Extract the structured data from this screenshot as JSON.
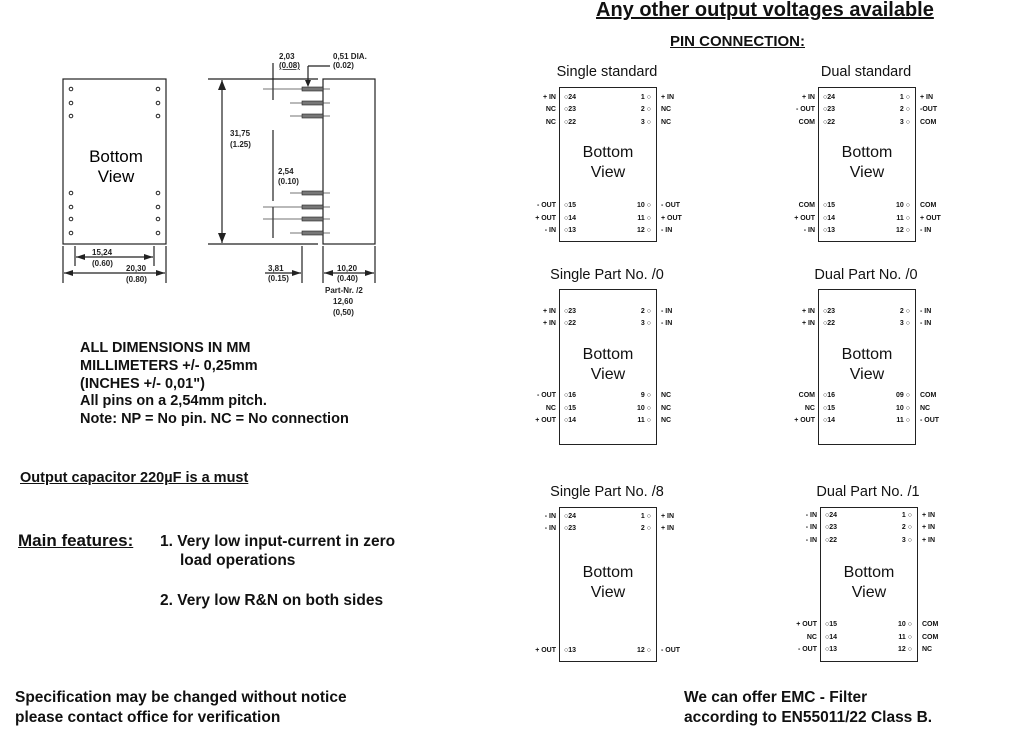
{
  "header": {
    "title": "Any other output voltages available",
    "pin_connection": "PIN  CONNECTION:"
  },
  "drawing": {
    "bottom_view": [
      "Bottom",
      "View"
    ],
    "dims": {
      "d1": "2,03",
      "d1i": "(0.08)",
      "d2": "0,51 DIA.",
      "d2i": "(0.02)",
      "d3": "31,75",
      "d3i": "(1.25)",
      "d4": "2,54",
      "d4i": "(0.10)",
      "d5": "15,24",
      "d5i": "(0.60)",
      "d6": "20,30",
      "d6i": "(0.80)",
      "d7": "3,81",
      "d7i": "(0.15)",
      "d8": "10,20",
      "d8i": "(0.40)",
      "d9": "Part-Nr. /2",
      "d10": "12,60",
      "d10i": "(0,50)"
    }
  },
  "notes": [
    "ALL DIMENSIONS IN MM",
    "MILLIMETERS  +/- 0,25mm",
    "(INCHES   +/- 0,01\")",
    "All pins on a 2,54mm pitch.",
    "Note: NP = No pin. NC = No connection"
  ],
  "capacitor": "Output capacitor 220µF is a must",
  "features": {
    "label": "Main features:",
    "items": [
      "1. Very low input-current in zero",
      "load operations",
      "2. Very low R&N on both sides"
    ]
  },
  "footer": {
    "left": [
      "Specification may be changed without notice",
      "please contact office for verification"
    ],
    "right": [
      "We can offer EMC - Filter",
      "according to EN55011/22 Class B."
    ]
  },
  "diagrams": [
    {
      "title": "Single standard",
      "bv": [
        "Bottom",
        "View"
      ],
      "top": [
        [
          "+ IN",
          "24",
          "1",
          "+ IN"
        ],
        [
          "NC",
          "23",
          "2",
          "NC"
        ],
        [
          "NC",
          "22",
          "3",
          "NC"
        ]
      ],
      "bottom": [
        [
          "- OUT",
          "15",
          "10",
          "- OUT"
        ],
        [
          "+ OUT",
          "14",
          "11",
          "+ OUT"
        ],
        [
          "- IN",
          "13",
          "12",
          "- IN"
        ]
      ]
    },
    {
      "title": "Dual standard",
      "bv": [
        "Bottom",
        "View"
      ],
      "top": [
        [
          "+ IN",
          "24",
          "1",
          "+ IN"
        ],
        [
          "- OUT",
          "23",
          "2",
          "-OUT"
        ],
        [
          "COM",
          "22",
          "3",
          "COM"
        ]
      ],
      "bottom": [
        [
          "COM",
          "15",
          "10",
          "COM"
        ],
        [
          "+ OUT",
          "14",
          "11",
          "+ OUT"
        ],
        [
          "- IN",
          "13",
          "12",
          "- IN"
        ]
      ]
    },
    {
      "title": "Single Part No. /0",
      "bv": [
        "Bottom",
        "View"
      ],
      "top": [
        [
          "+ IN",
          "23",
          "2",
          "- IN"
        ],
        [
          "+ IN",
          "22",
          "3",
          "- IN"
        ]
      ],
      "bottom": [
        [
          "- OUT",
          "16",
          "9",
          "NC"
        ],
        [
          "NC",
          "15",
          "10",
          "NC"
        ],
        [
          "+ OUT",
          "14",
          "11",
          "NC"
        ]
      ]
    },
    {
      "title": "Dual Part No. /0",
      "bv": [
        "Bottom",
        "View"
      ],
      "top": [
        [
          "+ IN",
          "23",
          "2",
          "- IN"
        ],
        [
          "+ IN",
          "22",
          "3",
          "- IN"
        ]
      ],
      "bottom": [
        [
          "COM",
          "16",
          "09",
          "COM"
        ],
        [
          "NC",
          "15",
          "10",
          "NC"
        ],
        [
          "+ OUT",
          "14",
          "11",
          "- OUT"
        ]
      ]
    },
    {
      "title": "Single Part No. /8",
      "bv": [
        "Bottom",
        "View"
      ],
      "top": [
        [
          "- IN",
          "24",
          "1",
          "+ IN"
        ],
        [
          "- IN",
          "23",
          "2",
          "+ IN"
        ]
      ],
      "bottom": [
        [
          "+ OUT",
          "13",
          "12",
          "- OUT"
        ]
      ]
    },
    {
      "title": "Dual Part No. /1",
      "bv": [
        "Bottom",
        "View"
      ],
      "top": [
        [
          "- IN",
          "24",
          "1",
          "+ IN"
        ],
        [
          "- IN",
          "23",
          "2",
          "+ IN"
        ],
        [
          "- IN",
          "22",
          "3",
          "+ IN"
        ]
      ],
      "bottom": [
        [
          "+ OUT",
          "15",
          "10",
          "COM"
        ],
        [
          "NC",
          "14",
          "11",
          "COM"
        ],
        [
          "- OUT",
          "13",
          "12",
          "NC"
        ]
      ]
    }
  ]
}
